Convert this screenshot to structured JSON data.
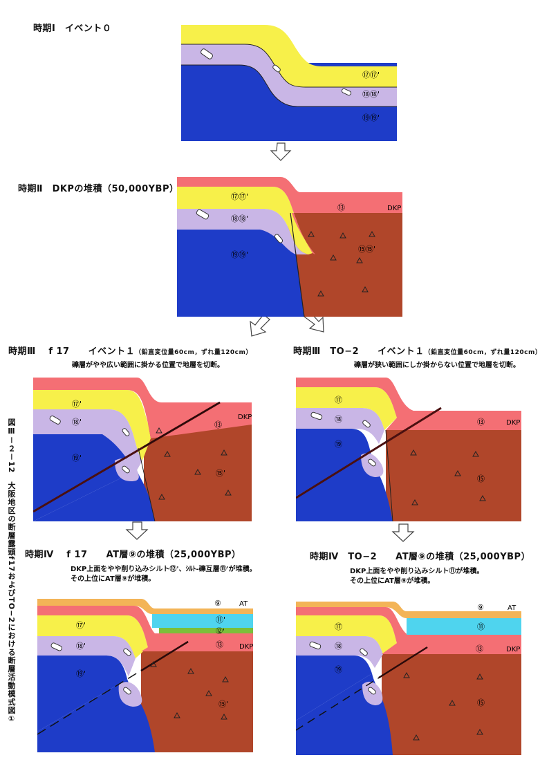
{
  "side_caption": "図Ⅲ－２－12　大阪地区の断層露頭f17およびTO−2における断層活動模式図①",
  "stages": {
    "s1": {
      "title": "時期Ⅰ　イベント０"
    },
    "s2": {
      "title": "時期Ⅱ　DKPの堆積（50,000YBP）"
    },
    "s3l": {
      "title": "時期Ⅲ　 f 17　　イベント１",
      "sub": "（鉛直変位量60cm，ずれ量120cm）",
      "note": "礫層がやや広い範囲に掛かる位置で地層を切断。"
    },
    "s3r": {
      "title": "時期Ⅲ　TO−2　　イベント１",
      "sub": "（鉛直変位量60cm，ずれ量120cm）",
      "note": "礫層が狭い範囲にしか掛からない位置で地層を切断。"
    },
    "s4l": {
      "title": "時期Ⅳ　 f 17　　AT層⑨の堆積（25,000YBP）",
      "note1": "DKP上面をやや削り込みシルト⑫'、ｼﾙﾄ-礫互層⑪'が堆積。",
      "note2": "その上位にAT層⑨が堆積。"
    },
    "s4r": {
      "title": "時期Ⅳ　TO−2　　AT層⑨の堆積（25,000YBP）",
      "note1": "DKP上面をやや削り込みシルト⑪が堆積。",
      "note2": "その上位にAT層⑨が堆積。"
    }
  },
  "labels": {
    "p1": {
      "l17": "⑰⑰'",
      "l18": "⑱⑱'",
      "l19": "⑲⑲'"
    },
    "p2": {
      "l17": "⑰⑰'",
      "l18": "⑱⑱'",
      "l19": "⑲⑲'",
      "l13": "⑬",
      "l15": "⑮⑮'",
      "dkp": "DKP"
    },
    "p3l": {
      "l17": "⑰'",
      "l18": "⑱'",
      "l19": "⑲'",
      "l13": "⑬",
      "l15": "⑮'",
      "dkp": "DKP"
    },
    "p3r": {
      "l17": "⑰",
      "l18": "⑱",
      "l19": "⑲",
      "l13": "⑬",
      "l15": "⑮",
      "dkp": "DKP"
    },
    "p4l": {
      "l9": "⑨",
      "at": "AT",
      "l11": "⑪'",
      "l12": "⑫'",
      "l17": "⑰'",
      "l18": "⑱'",
      "l19": "⑲'",
      "l13": "⑬",
      "l15": "⑮'",
      "dkp": "DKP"
    },
    "p4r": {
      "l9": "⑨",
      "at": "AT",
      "l11": "⑪",
      "l17": "⑰",
      "l18": "⑱",
      "l19": "⑲",
      "l13": "⑬",
      "l15": "⑮",
      "dkp": "DKP"
    }
  },
  "colors": {
    "yellow": "#f7f04a",
    "lavender": "#c9b6e6",
    "blue": "#1e3cc8",
    "pink": "#f46f74",
    "brown": "#b0462a",
    "cyan": "#4fd4ee",
    "green": "#7bbf3a",
    "orange": "#f3b457"
  }
}
